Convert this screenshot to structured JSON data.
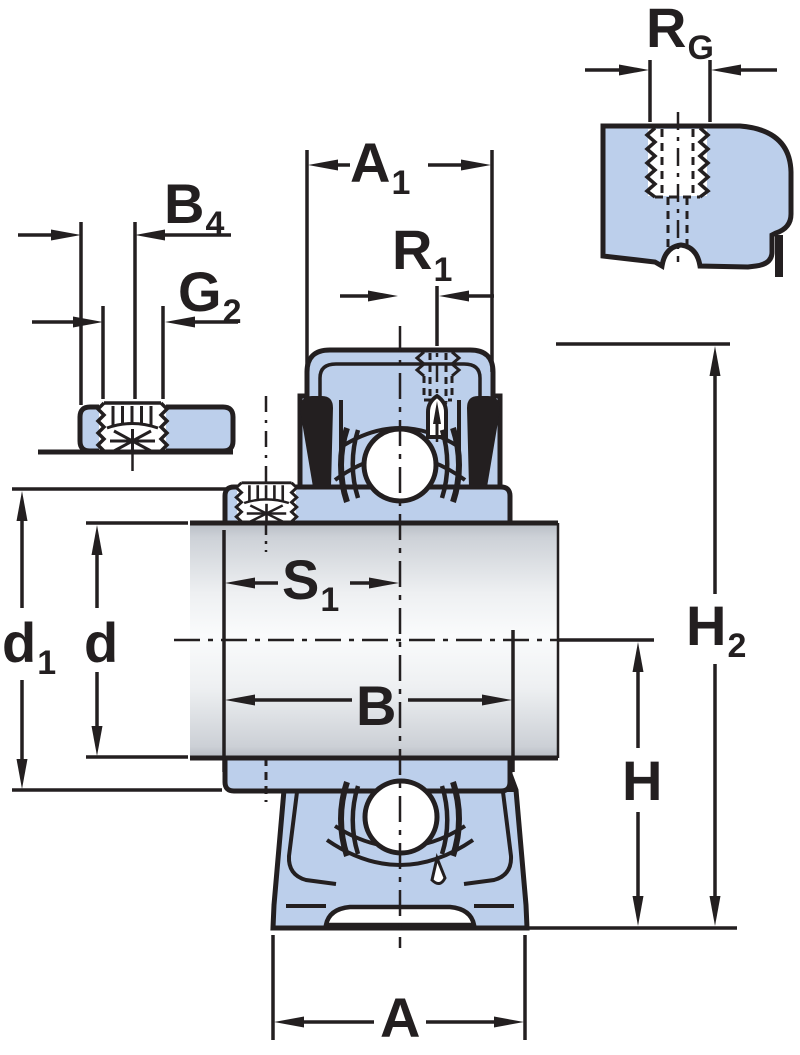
{
  "drawing_type": "bearing-unit-dimension-drawing",
  "colors": {
    "line": "#231f20",
    "part_fill_blue": "#bccfeb",
    "shaft_grey_dark": "#b7bcc4",
    "shaft_grey_light": "#fafbfc",
    "background": "#ffffff"
  },
  "labels": {
    "rg": {
      "main": "R",
      "sub": "G"
    },
    "a1": {
      "main": "A",
      "sub": "1"
    },
    "b4": {
      "main": "B",
      "sub": "4"
    },
    "g2": {
      "main": "G",
      "sub": "2"
    },
    "r1": {
      "main": "R",
      "sub": "1"
    },
    "s1": {
      "main": "S",
      "sub": "1"
    },
    "d1": {
      "main": "d",
      "sub": "1"
    },
    "d": {
      "main": "d",
      "sub": ""
    },
    "b": {
      "main": "B",
      "sub": ""
    },
    "h2": {
      "main": "H",
      "sub": "2"
    },
    "h": {
      "main": "H",
      "sub": ""
    },
    "a": {
      "main": "A",
      "sub": ""
    }
  }
}
